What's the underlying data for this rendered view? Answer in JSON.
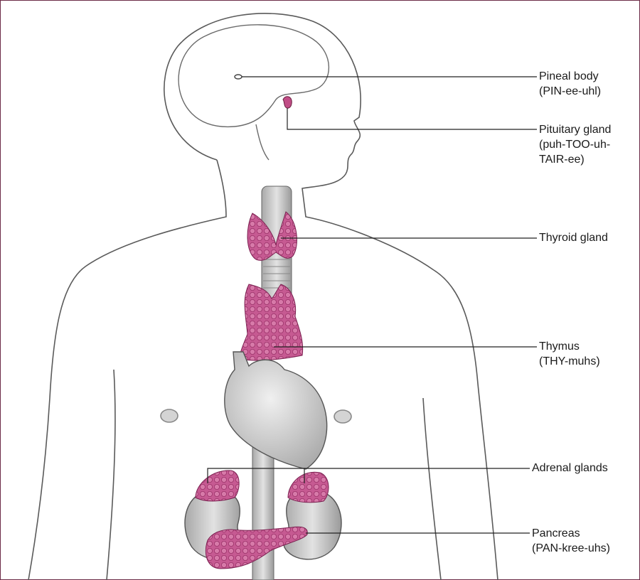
{
  "diagram": {
    "labels": [
      {
        "id": "pineal",
        "name": "Pineal body",
        "pronunciation": "(PIN-ee-uhl)"
      },
      {
        "id": "pituitary",
        "name": "Pituitary gland",
        "pronunciation_line1": "(puh-TOO-uh-",
        "pronunciation_line2": "TAIR-ee)"
      },
      {
        "id": "thyroid",
        "name": "Thyroid gland"
      },
      {
        "id": "thymus",
        "name": "Thymus",
        "pronunciation": "(THY-muhs)"
      },
      {
        "id": "adrenal",
        "name": "Adrenal glands"
      },
      {
        "id": "pancreas",
        "name": "Pancreas",
        "pronunciation": "(PAN-kree-uhs)"
      }
    ],
    "colors": {
      "gland": "#c04d86",
      "gland_dark": "#8e2a5e",
      "outline": "#555555",
      "organ_gray": "#c9c9c9",
      "frame": "#6b2b46"
    }
  }
}
